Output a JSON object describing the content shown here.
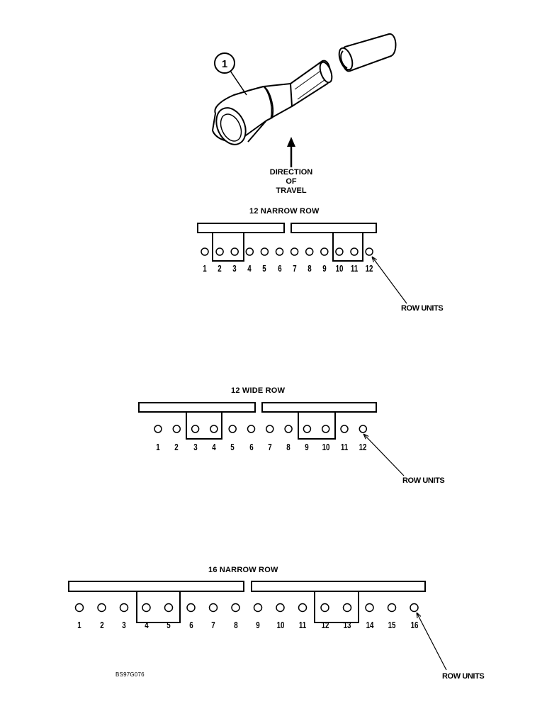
{
  "callout": "1",
  "direction": {
    "line1": "DIRECTION",
    "line2": "OF",
    "line3": "TRAVEL"
  },
  "figure_code": "BS97G076",
  "diagrams": [
    {
      "title": "12 NARROW ROW",
      "row_units_label": "ROW UNITS",
      "rows": [
        "1",
        "2",
        "3",
        "4",
        "5",
        "6",
        "7",
        "8",
        "9",
        "10",
        "11",
        "12"
      ]
    },
    {
      "title": "12 WIDE ROW",
      "row_units_label": "ROW UNITS",
      "rows": [
        "1",
        "2",
        "3",
        "4",
        "5",
        "6",
        "7",
        "8",
        "9",
        "10",
        "11",
        "12"
      ]
    },
    {
      "title": "16 NARROW ROW",
      "row_units_label": "ROW UNITS",
      "rows": [
        "1",
        "2",
        "3",
        "4",
        "5",
        "6",
        "7",
        "8",
        "9",
        "10",
        "11",
        "12",
        "13",
        "14",
        "15",
        "16"
      ]
    }
  ]
}
